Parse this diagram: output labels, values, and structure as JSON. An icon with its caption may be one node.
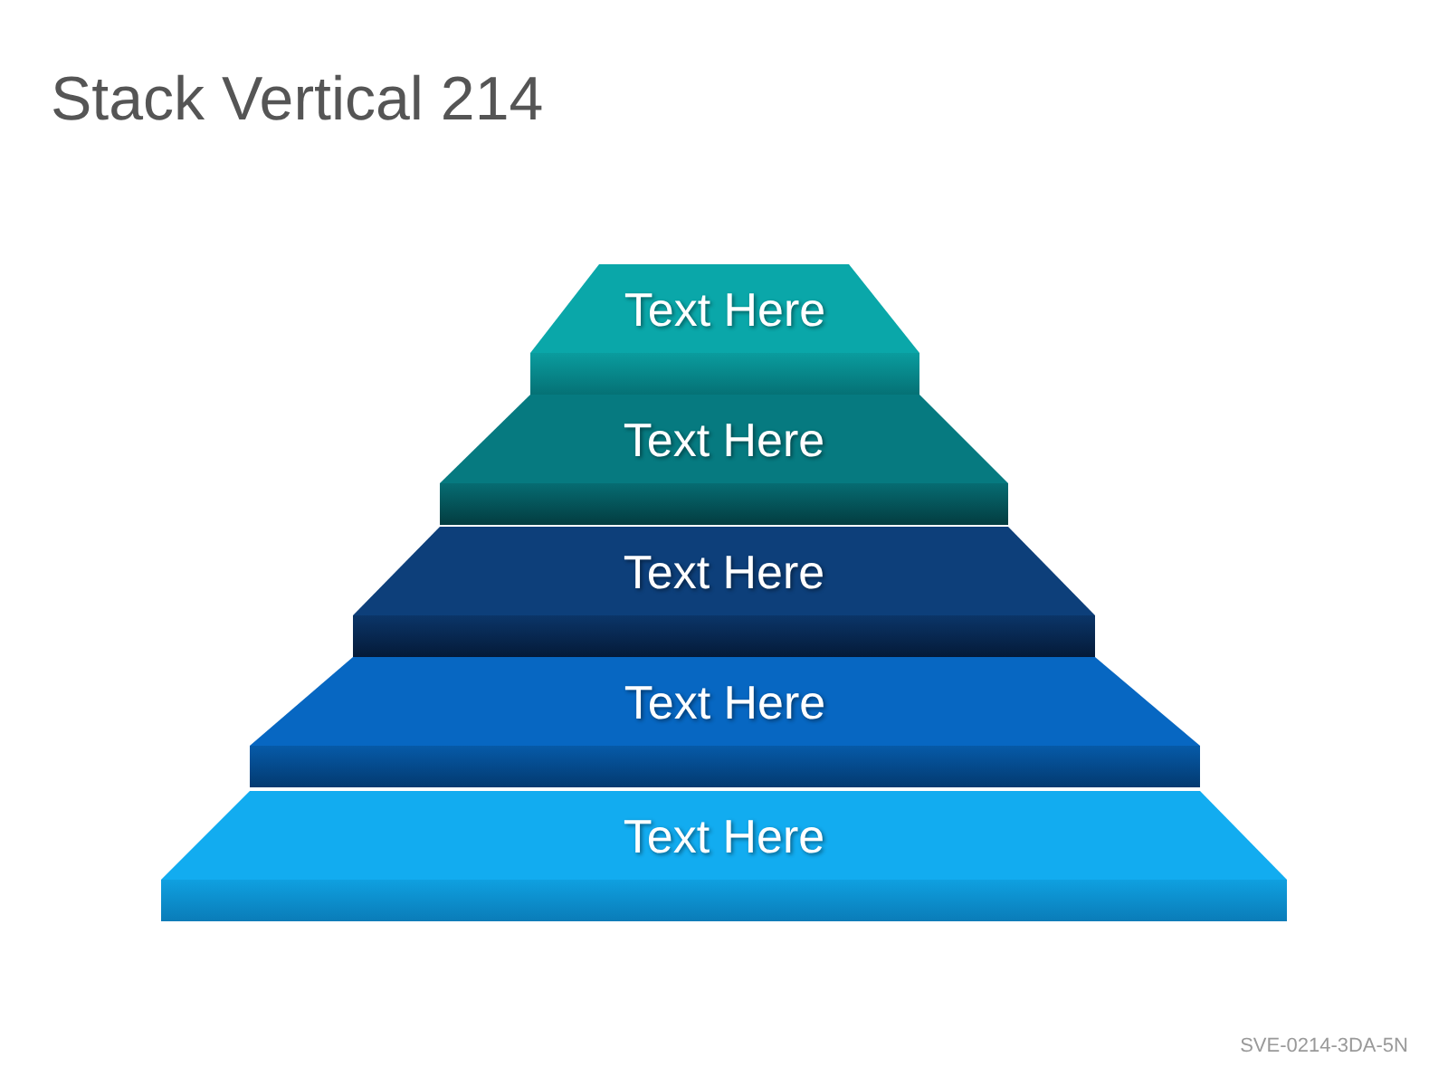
{
  "diagram": {
    "title": "Stack Vertical 214",
    "nodes": [
      {
        "text": [
          "Text Here"
        ]
      },
      {
        "text": [
          "Text Here"
        ]
      },
      {
        "text": [
          "Text Here"
        ]
      },
      {
        "text": [
          "Text Here"
        ]
      },
      {
        "text": [
          "Text Here"
        ]
      }
    ],
    "labels": [
      "SVE-0214-3DA-5N"
    ]
  }
}
